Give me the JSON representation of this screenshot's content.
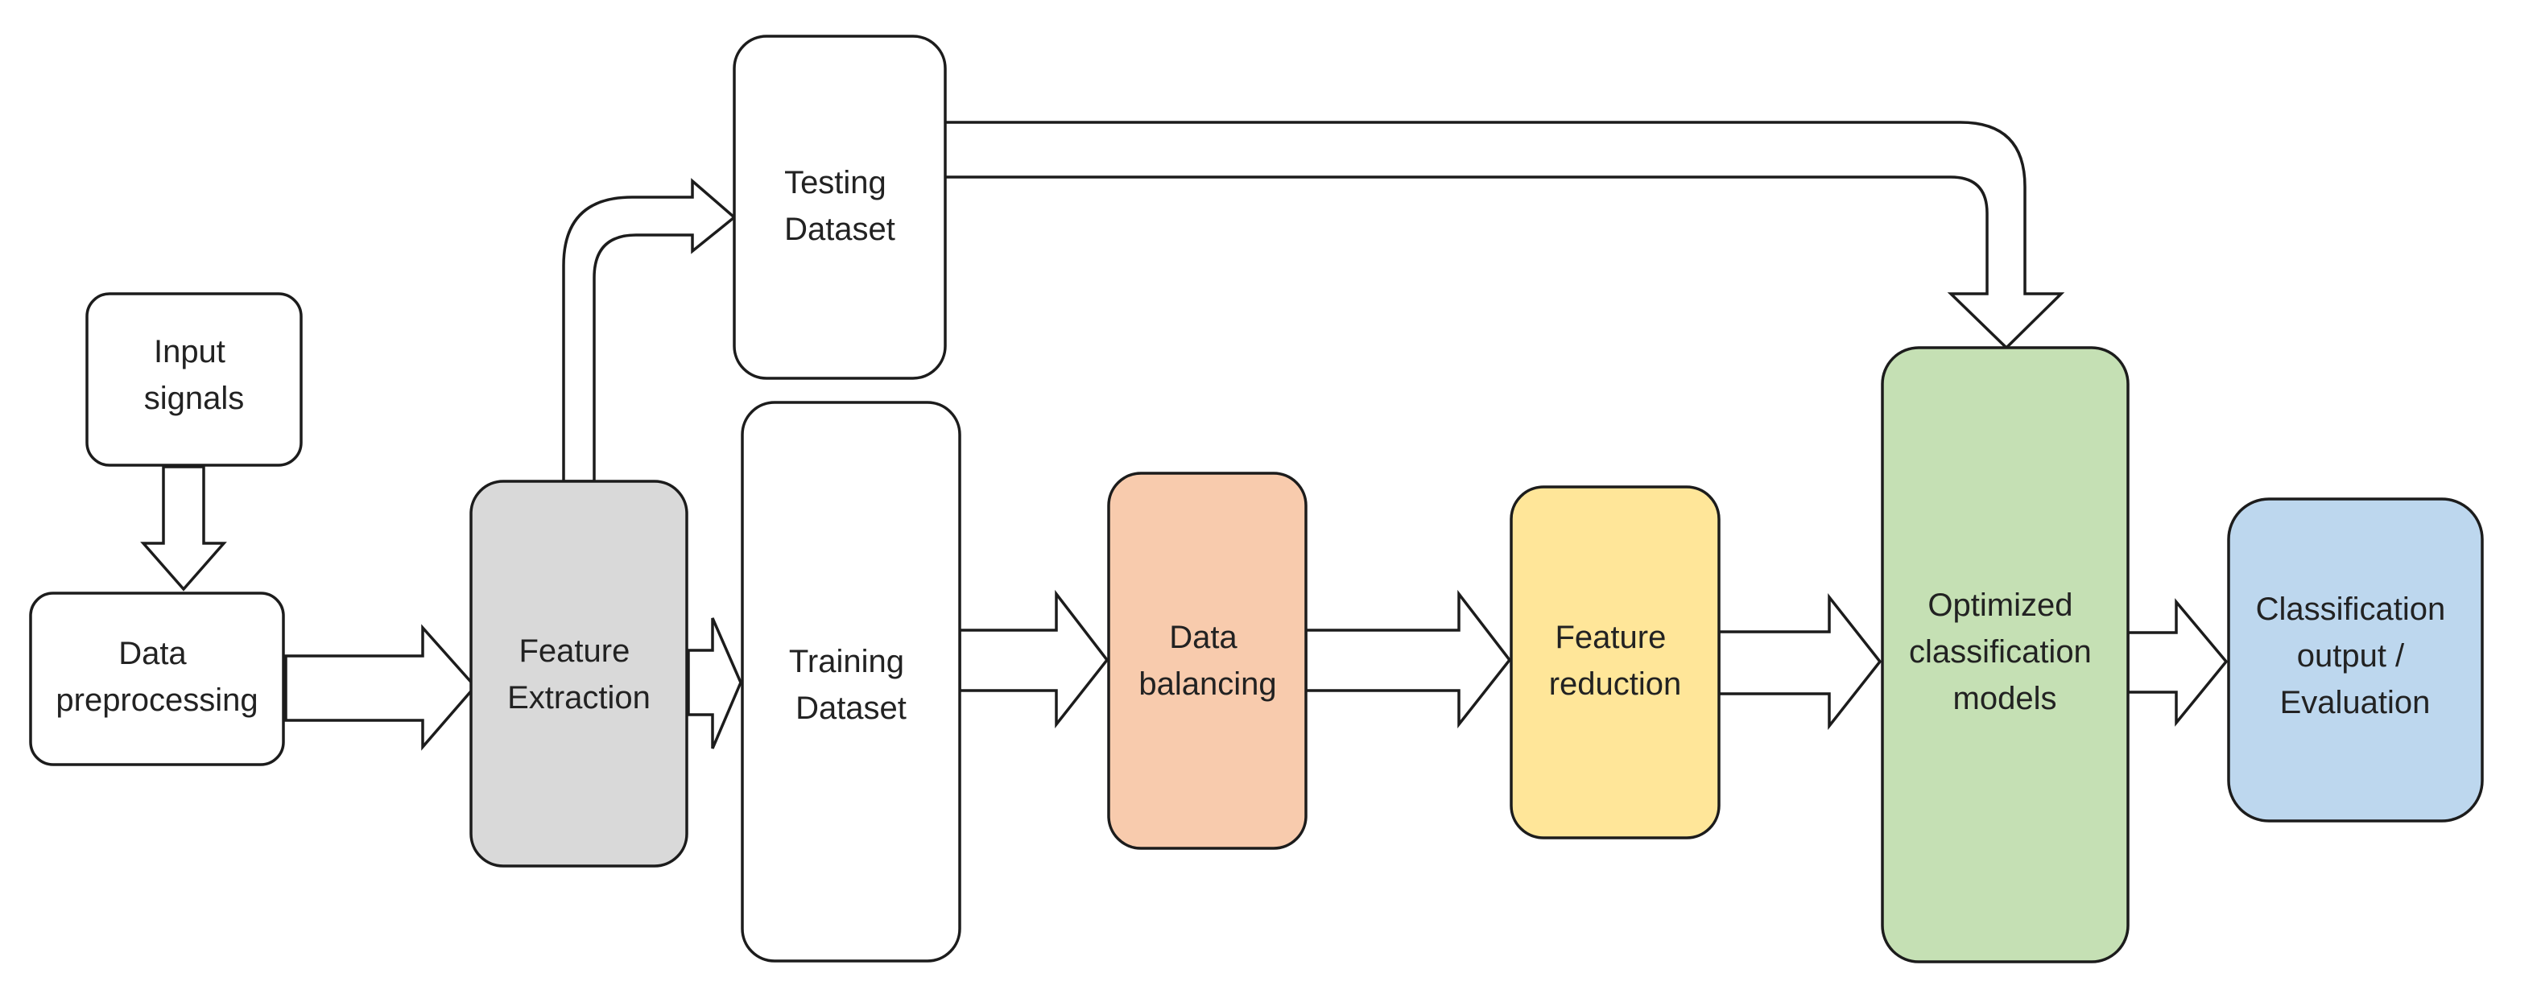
{
  "nodes": {
    "input_signals": {
      "lines": [
        "Input",
        "signals"
      ],
      "fill": "#ffffff"
    },
    "data_preprocessing": {
      "lines": [
        "Data",
        "preprocessing"
      ],
      "fill": "#ffffff"
    },
    "feature_extraction": {
      "lines": [
        "Feature",
        "Extraction"
      ],
      "fill": "#d9d9d9"
    },
    "testing_dataset": {
      "lines": [
        "Testing",
        "Dataset"
      ],
      "fill": "#ffffff"
    },
    "training_dataset": {
      "lines": [
        "Training",
        "Dataset"
      ],
      "fill": "#ffffff"
    },
    "data_balancing": {
      "lines": [
        "Data",
        "balancing"
      ],
      "fill": "#f8cbad"
    },
    "feature_reduction": {
      "lines": [
        "Feature",
        "reduction"
      ],
      "fill": "#ffe699"
    },
    "optimized_models": {
      "lines": [
        "Optimized",
        "classification",
        "models"
      ],
      "fill": "#c5e0b4"
    },
    "classification_output": {
      "lines": [
        "Classification",
        "output /",
        "Evaluation"
      ],
      "fill": "#bdd7ee"
    }
  }
}
